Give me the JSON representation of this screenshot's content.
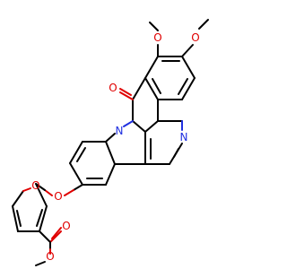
{
  "molecule": {
    "atom_labels": {
      "o_methoxy_1": "O",
      "o_methoxy_2": "O",
      "o_carbonyl": "O",
      "n_lactam": "N",
      "n_pyridine": "N",
      "o_ether": "O",
      "o_furan": "O",
      "o_ester_carbonyl": "O",
      "o_ester": "O"
    },
    "colors": {
      "carbon_bond": "#000000",
      "oxygen": "#e00000",
      "nitrogen": "#2030e0",
      "background": "#ffffff"
    }
  }
}
